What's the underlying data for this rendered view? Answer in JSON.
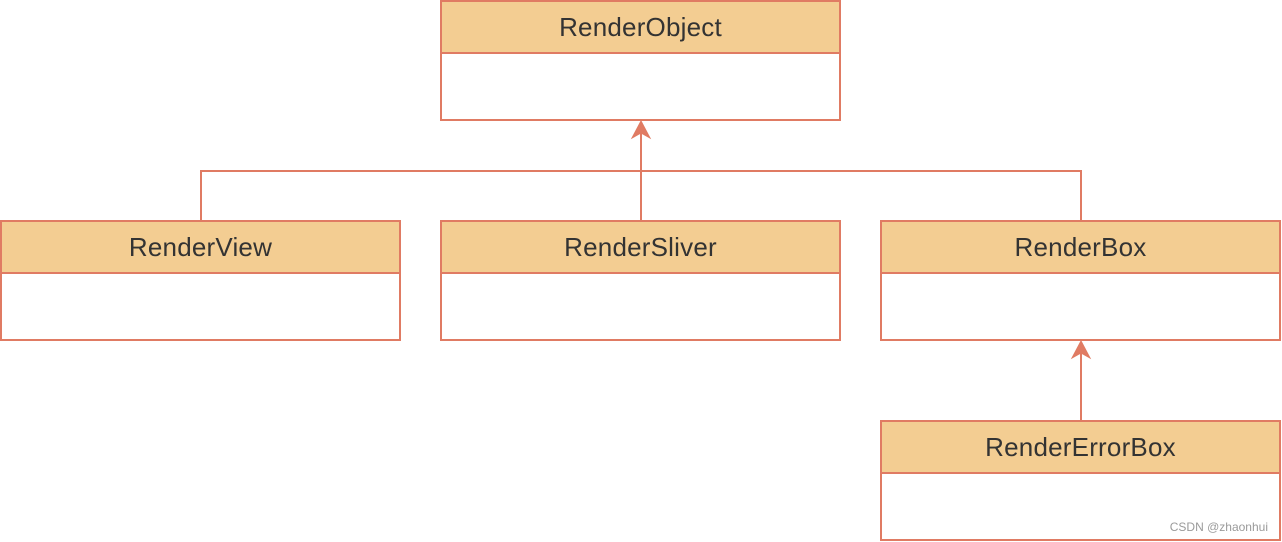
{
  "classes": [
    {
      "id": "c0",
      "name": "RenderObject"
    },
    {
      "id": "c1",
      "name": "RenderView"
    },
    {
      "id": "c2",
      "name": "RenderSliver"
    },
    {
      "id": "c3",
      "name": "RenderBox"
    },
    {
      "id": "c4",
      "name": "RenderErrorBox"
    }
  ],
  "relations": [
    {
      "child": "RenderView",
      "parent": "RenderObject",
      "type": "inheritance"
    },
    {
      "child": "RenderSliver",
      "parent": "RenderObject",
      "type": "inheritance"
    },
    {
      "child": "RenderBox",
      "parent": "RenderObject",
      "type": "inheritance"
    },
    {
      "child": "RenderErrorBox",
      "parent": "RenderBox",
      "type": "inheritance"
    }
  ],
  "colors": {
    "border": "#e07b63",
    "header_fill": "#f3cd92",
    "text": "#333333"
  },
  "watermark": "CSDN @zhaonhui"
}
